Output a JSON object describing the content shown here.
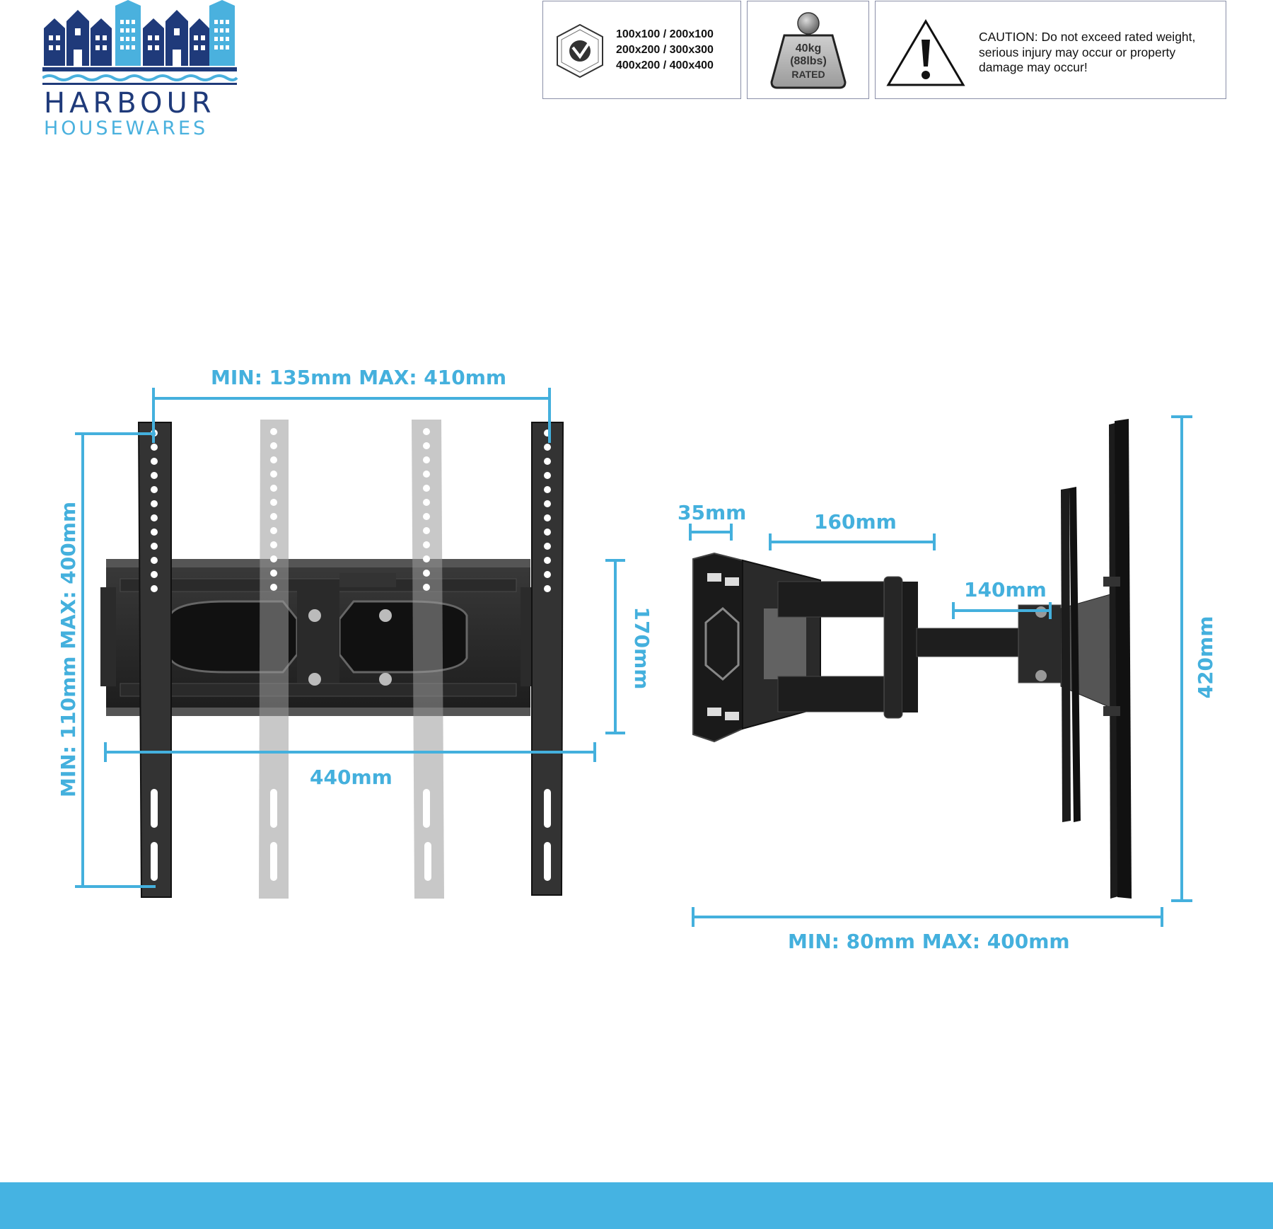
{
  "brand": {
    "line1": "HARBOUR",
    "line2": "HOUSEWARES",
    "colors": {
      "navy": "#1f3a7a",
      "blue": "#4ab1de"
    }
  },
  "spec_boxes": {
    "vesa": {
      "icon": "vesa-mounting-compliant-badge",
      "lines": [
        "100x100 / 200x100",
        "200x200 / 300x300",
        "400x200 / 400x400"
      ]
    },
    "weight": {
      "icon": "weight-icon",
      "lines": [
        "40kg",
        "(88lbs)",
        "RATED"
      ]
    },
    "caution": {
      "icon": "warning-triangle-icon",
      "text": "CAUTION: Do not exceed rated weight, serious injury may occur or property damage may occur!"
    }
  },
  "dimensions": {
    "front_width_range": "MIN: 135mm  MAX: 410mm",
    "front_height_range": "MIN: 110mm  MAX: 400mm",
    "plate_height": "170mm",
    "plate_width": "440mm",
    "wall_plate_depth": "35mm",
    "arm_1": "160mm",
    "arm_2": "140mm",
    "side_height": "420mm",
    "extension_range": "MIN: 80mm  MAX: 400mm"
  },
  "accent_color": "#44b0dd"
}
